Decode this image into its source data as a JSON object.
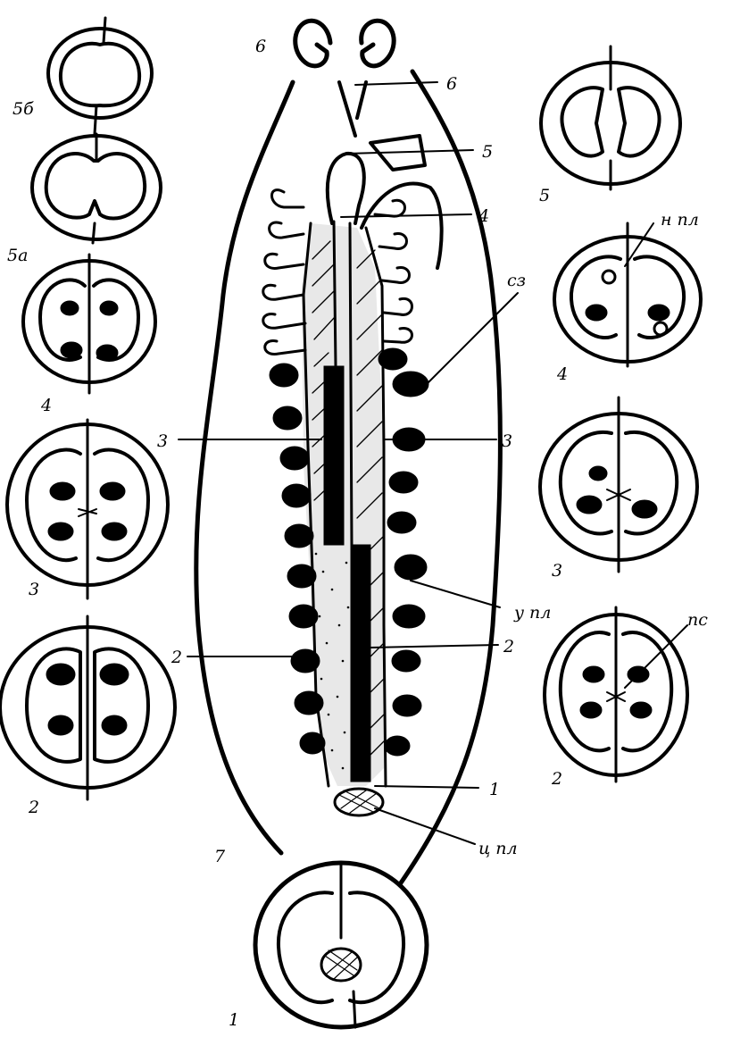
{
  "labels": {
    "sec_5b": "5б",
    "sec_5a": "5а",
    "sec_4_left": "4",
    "sec_3_left": "3",
    "sec_2_left": "2",
    "sec_1_bottom": "1",
    "label_7": "7",
    "sec_6_top": "6",
    "lead_6": "6",
    "lead_5": "5",
    "lead_4": "4",
    "lead_sz": "сз",
    "lead_3_left": "3",
    "lead_3_right": "3",
    "lead_u_pl": "у пл",
    "lead_2_left": "2",
    "lead_2_right": "2",
    "lead_1": "1",
    "lead_ts_pl": "ц пл",
    "sec_5_right": "5",
    "lead_n_pl": "н пл",
    "sec_4_right": "4",
    "sec_3_right": "3",
    "lead_ps": "пс",
    "sec_2_right": "2"
  }
}
